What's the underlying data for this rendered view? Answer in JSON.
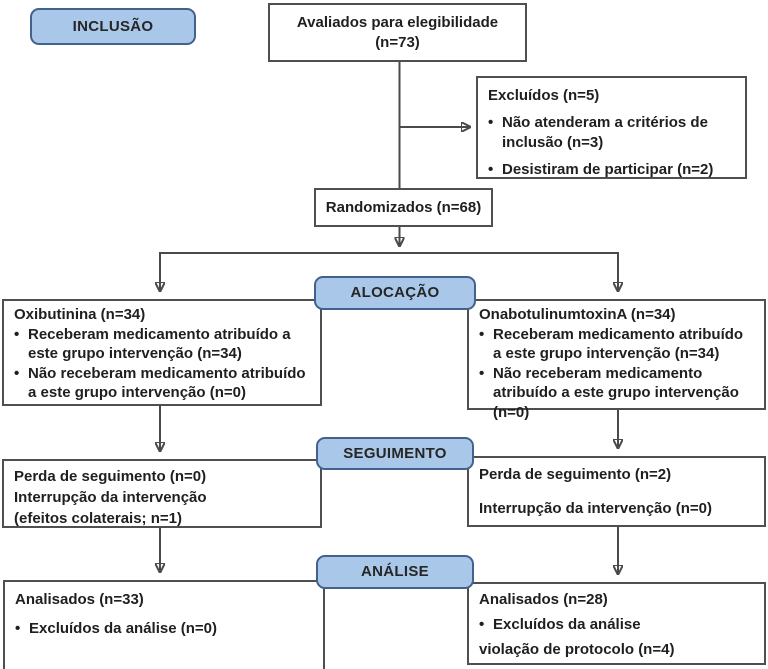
{
  "stages": {
    "inclusion": "INCLUSÃO",
    "allocation": "ALOCAÇÃO",
    "followup": "SEGUIMENTO",
    "analysis": "ANÁLISE"
  },
  "boxes": {
    "eligibility": {
      "text": "Avaliados para elegibilidade (n=73)"
    },
    "excluded": {
      "title": "Excluídos (n=5)",
      "bullets": [
        "Não atenderam a critérios de inclusão (n=3)",
        "Desistiram de participar (n=2)"
      ]
    },
    "randomized": {
      "text": "Randomizados (n=68)"
    },
    "allocation_left": {
      "title": "Oxibutinina (n=34)",
      "bullets": [
        "Receberam medicamento atribuído a este grupo intervenção (n=34)",
        "Não receberam medicamento atribuído a este grupo intervenção (n=0)"
      ]
    },
    "allocation_right": {
      "title": "OnabotulinumtoxinA (n=34)",
      "bullets": [
        "Receberam medicamento atribuído a este grupo intervenção (n=34)",
        "Não receberam medicamento atribuído a este grupo intervenção (n=0)"
      ]
    },
    "followup_left": {
      "lines": [
        "Perda de seguimento (n=0)",
        "Interrupção da intervenção",
        "(efeitos colaterais; n=1)"
      ]
    },
    "followup_right": {
      "lines": [
        "Perda de seguimento (n=2)",
        "Interrupção da intervenção (n=0)"
      ]
    },
    "analysis_left": {
      "title": "Analisados (n=33)",
      "bullets": [
        "Excluídos da análise (n=0)"
      ]
    },
    "analysis_right": {
      "title": "Analisados (n=28)",
      "bullets": [
        "Excluídos da análise"
      ],
      "footnote": "violação de protocolo (n=4)"
    }
  },
  "colors": {
    "badge_fill": "#a9c8e9",
    "badge_border": "#44618c",
    "box_border": "#4f4f4f",
    "connector": "#4a4a4a",
    "text": "#1f1f1f",
    "background": "#ffffff"
  }
}
